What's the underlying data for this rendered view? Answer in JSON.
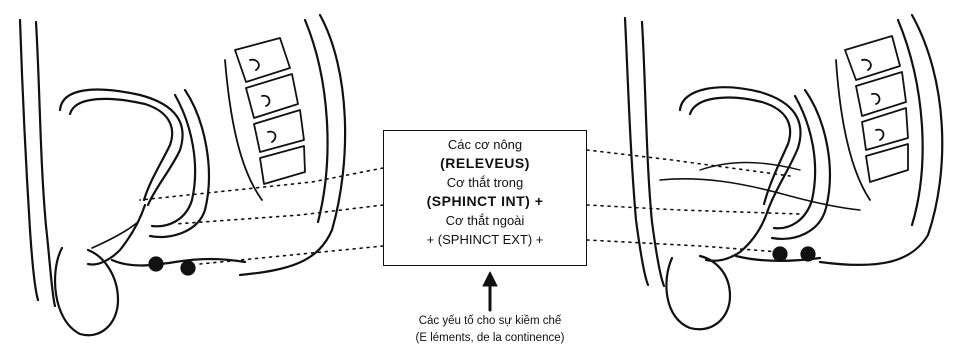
{
  "box": {
    "line1": "Các cơ nông",
    "line2": "(RELEVEUS)",
    "line3": "Cơ thắt trong",
    "line4": "(SPHINCT INT) +",
    "line5": "Cơ thắt ngoài",
    "line6": "+ (SPHINCT EXT) +"
  },
  "caption": {
    "line1": "Các yếu tố cho sự kiềm chế",
    "line2": "(E léments, de la continence)"
  },
  "colors": {
    "ink": "#111111",
    "background": "#ffffff"
  }
}
